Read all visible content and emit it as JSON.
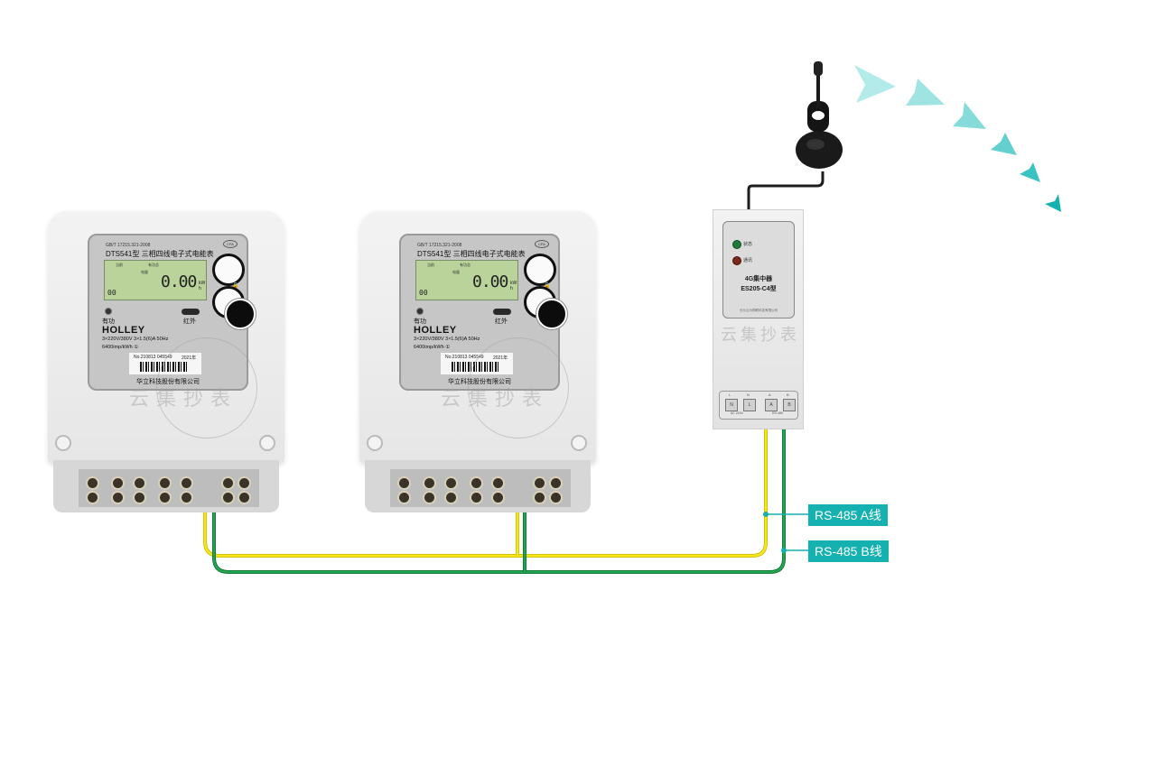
{
  "meters": [
    {
      "standard": "GB/T 17215.321-2008",
      "model": "DTS541型 三相四线电子式电能表",
      "lcd_labels": [
        "当前",
        "有功总",
        "电量"
      ],
      "lcd_reading": "0.00",
      "lcd_unit": "kW h",
      "lcd_index": "00",
      "indicator_active_label": "有功",
      "indicator_ir_label": "红外",
      "brand": "HOLLEY",
      "spec_line1": "3×220V/380V  3×1.5(6)A  50Hz",
      "spec_line2": "6400imp/kWh ①",
      "serial_no": "No.210813 045549",
      "year": "2021年",
      "manufacturer": "华立科技股份有限公司",
      "watermark": "云集抄表"
    },
    {
      "standard": "GB/T 17215.321-2008",
      "model": "DTS541型 三相四线电子式电能表",
      "lcd_labels": [
        "当前",
        "有功总",
        "电量"
      ],
      "lcd_reading": "0.00",
      "lcd_unit": "kW h",
      "lcd_index": "00",
      "indicator_active_label": "有功",
      "indicator_ir_label": "红外",
      "brand": "HOLLEY",
      "spec_line1": "3×220V/380V  3×1.5(6)A  50Hz",
      "spec_line2": "6400imp/kWh ①",
      "serial_no": "No.210813 045549",
      "year": "2021年",
      "manufacturer": "华立科技股份有限公司",
      "watermark": "云集抄表"
    }
  ],
  "concentrator": {
    "led_status_label": "状态",
    "led_comm_label": "通讯",
    "title": "4G集中器",
    "model": "ES205-C4型",
    "company": "长沙云为物联科技有限公司",
    "watermark": "云集抄表",
    "terminals": [
      {
        "top": "L",
        "mark": "N"
      },
      {
        "top": "N",
        "mark": "L"
      },
      {
        "top": "A",
        "mark": "A"
      },
      {
        "top": "B",
        "mark": "B"
      }
    ],
    "terminal_group_labels": [
      "AC 220V",
      "RS-485"
    ]
  },
  "labels": {
    "wire_a": "RS-485 A线",
    "wire_b": "RS-485 B线"
  },
  "colors": {
    "wire_a": "#f2e01a",
    "wire_b": "#1f9a4a",
    "label_bg": "#14b1b0",
    "signal_arrow_light": "#b5ecec",
    "signal_arrow_dark": "#10b3b3"
  }
}
